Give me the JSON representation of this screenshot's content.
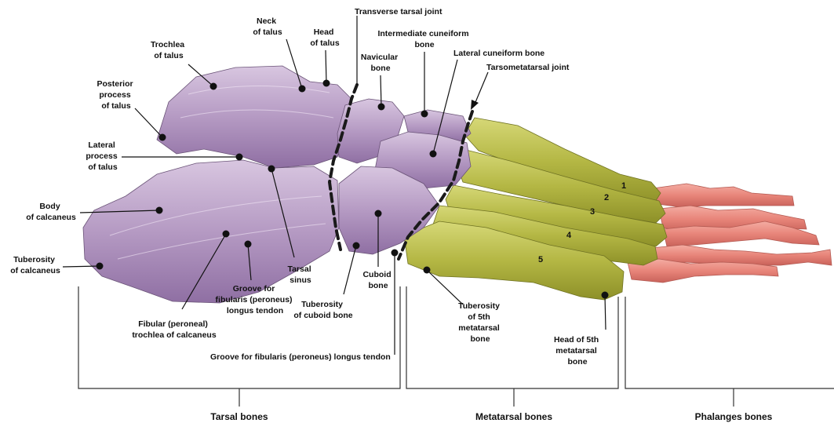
{
  "labels": {
    "trochlea": [
      "Trochlea",
      "of talus"
    ],
    "neck": [
      "Neck",
      "of talus"
    ],
    "head": [
      "Head",
      "of talus"
    ],
    "transverse": "Transverse tarsal joint",
    "intermediate": [
      "Intermediate cuneiform",
      "bone"
    ],
    "navicular": [
      "Navicular",
      "bone"
    ],
    "lateral_cuneiform": "Lateral cuneiform bone",
    "tarsometatarsal": "Tarsometatarsal joint",
    "posterior_process": [
      "Posterior",
      "process",
      "of talus"
    ],
    "lateral_process": [
      "Lateral",
      "process",
      "of talus"
    ],
    "body_calcaneus": [
      "Body",
      "of calcaneus"
    ],
    "tuberosity_calcaneus": [
      "Tuberosity",
      "of calcaneus"
    ],
    "fibular_trochlea": [
      "Fibular (peroneal)",
      "trochlea of calcaneus"
    ],
    "groove_fibularis": [
      "Groove for",
      "fibularis (peroneus)",
      "longus tendon"
    ],
    "tarsal_sinus": [
      "Tarsal",
      "sinus"
    ],
    "tuberosity_cuboid": [
      "Tuberosity",
      "of cuboid bone"
    ],
    "cuboid": [
      "Cuboid",
      "bone"
    ],
    "groove_long": "Groove for fibularis (peroneus) longus tendon",
    "tuberosity_5th": [
      "Tuberosity",
      "of 5th",
      "metatarsal",
      "bone"
    ],
    "head_5th": [
      "Head of 5th",
      "metatarsal",
      "bone"
    ]
  },
  "metatarsal_numbers": [
    "1",
    "2",
    "3",
    "4",
    "5"
  ],
  "groups": {
    "tarsal": "Tarsal bones",
    "metatarsal": "Metatarsal bones",
    "phalanges": "Phalanges bones"
  },
  "colors": {
    "tarsal": "#b79bc4",
    "metatarsal": "#b5b84a",
    "phalanges": "#e8857a",
    "outline": "#1a1a1a"
  }
}
